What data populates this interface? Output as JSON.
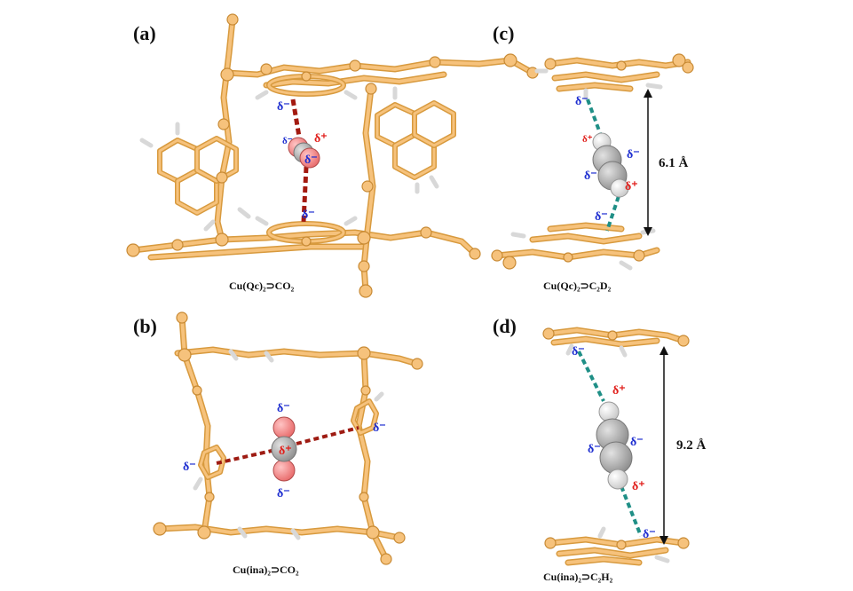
{
  "panels": {
    "a": {
      "label": "(a)",
      "caption": "Cu(Qc)₂⊃CO₂"
    },
    "b": {
      "label": "(b)",
      "caption": "Cu(ina)₂⊃CO₂"
    },
    "c": {
      "label": "(c)",
      "caption": "Cu(Qc)₂⊃C₂D₂",
      "distance": "6.1 Å"
    },
    "d": {
      "label": "(d)",
      "caption": "Cu(ina)₂⊃C₂H₂",
      "distance": "9.2 Å"
    }
  },
  "charges": {
    "negative": "δ⁻",
    "positive": "δ⁺"
  },
  "colors": {
    "framework": "#f6c27c",
    "framework_edge": "#d89a3e",
    "hydrogen": "#e6e6e6",
    "oxygen": "#f07c7c",
    "carbon": "#a8a8a8",
    "negative_charge": "#1f2fd0",
    "positive_charge": "#e0201c",
    "co2_interaction": "#9e1b12",
    "c2h2_interaction": "#1f8f86"
  }
}
